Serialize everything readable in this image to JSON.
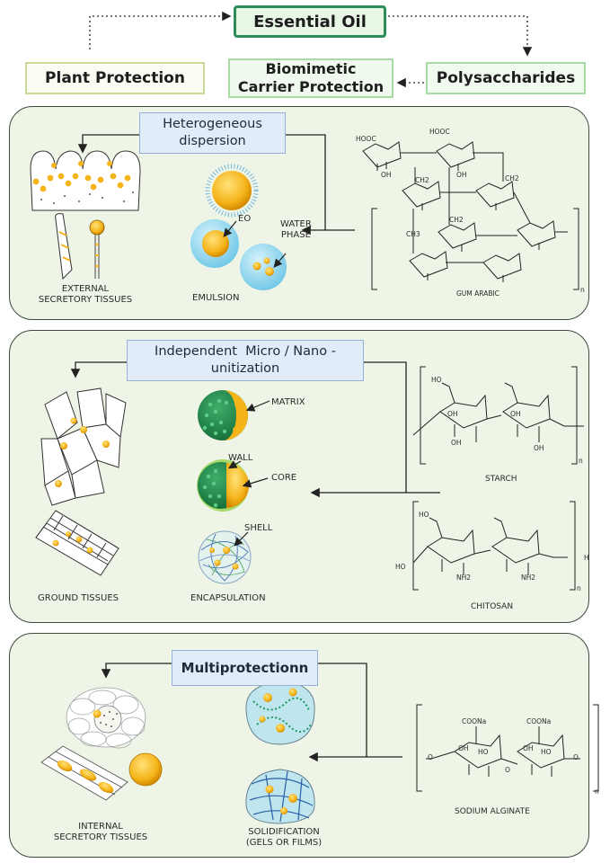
{
  "top": {
    "essential_oil": "Essential Oil",
    "plant_protection": "Plant Protection",
    "biomimetic_line1": "Biomimetic",
    "biomimetic_line2": "Carrier Protection",
    "polysaccharides": "Polysaccharides"
  },
  "panel1": {
    "heading_line1": "Heterogeneous",
    "heading_line2": "dispersion",
    "tissue_label_line1": "EXTERNAL",
    "tissue_label_line2": "SECRETORY TISSUES",
    "emulsion_label": "EMULSION",
    "eo_label": "EO",
    "water_label_line1": "WATER",
    "water_label_line2": "PHASE",
    "polymer_label": "GUM ARABIC",
    "chem_labels": [
      "HOOC",
      "HOOC",
      "OH",
      "OH",
      "CH2",
      "CH2",
      "CH2",
      "CH3",
      "n"
    ]
  },
  "panel2": {
    "heading_line1": "Independent  Micro / Nano -",
    "heading_line2": "unitization",
    "tissue_label": "GROUND TISSUES",
    "encapsulation_label": "ENCAPSULATION",
    "matrix_label": "MATRIX",
    "wall_label": "WALL",
    "core_label": "CORE",
    "shell_label": "SHELL",
    "starch_label": "STARCH",
    "chitosan_label": "CHITOSAN",
    "chem_labels": [
      "HO",
      "OH",
      "NH2",
      "H",
      "n"
    ]
  },
  "panel3": {
    "heading": "Multiprotectionn",
    "tissue_label_line1": "INTERNAL",
    "tissue_label_line2": "SECRETORY TISSUES",
    "solid_label_line1": "SOLIDIFICATION",
    "solid_label_line2": "(GELS OR FILMS)",
    "alginate_label": "SODIUM ALGINATE",
    "chem_labels": [
      "COONa",
      "COONa",
      "OH",
      "HO",
      "O",
      "n"
    ]
  },
  "colors": {
    "eo_border": "#2e8b57",
    "panel_bg": "#eef4e6",
    "oil_yellow": "#f5b41a",
    "water_blue": "#8fd3ec",
    "matrix_green": "#1f8a4c"
  }
}
